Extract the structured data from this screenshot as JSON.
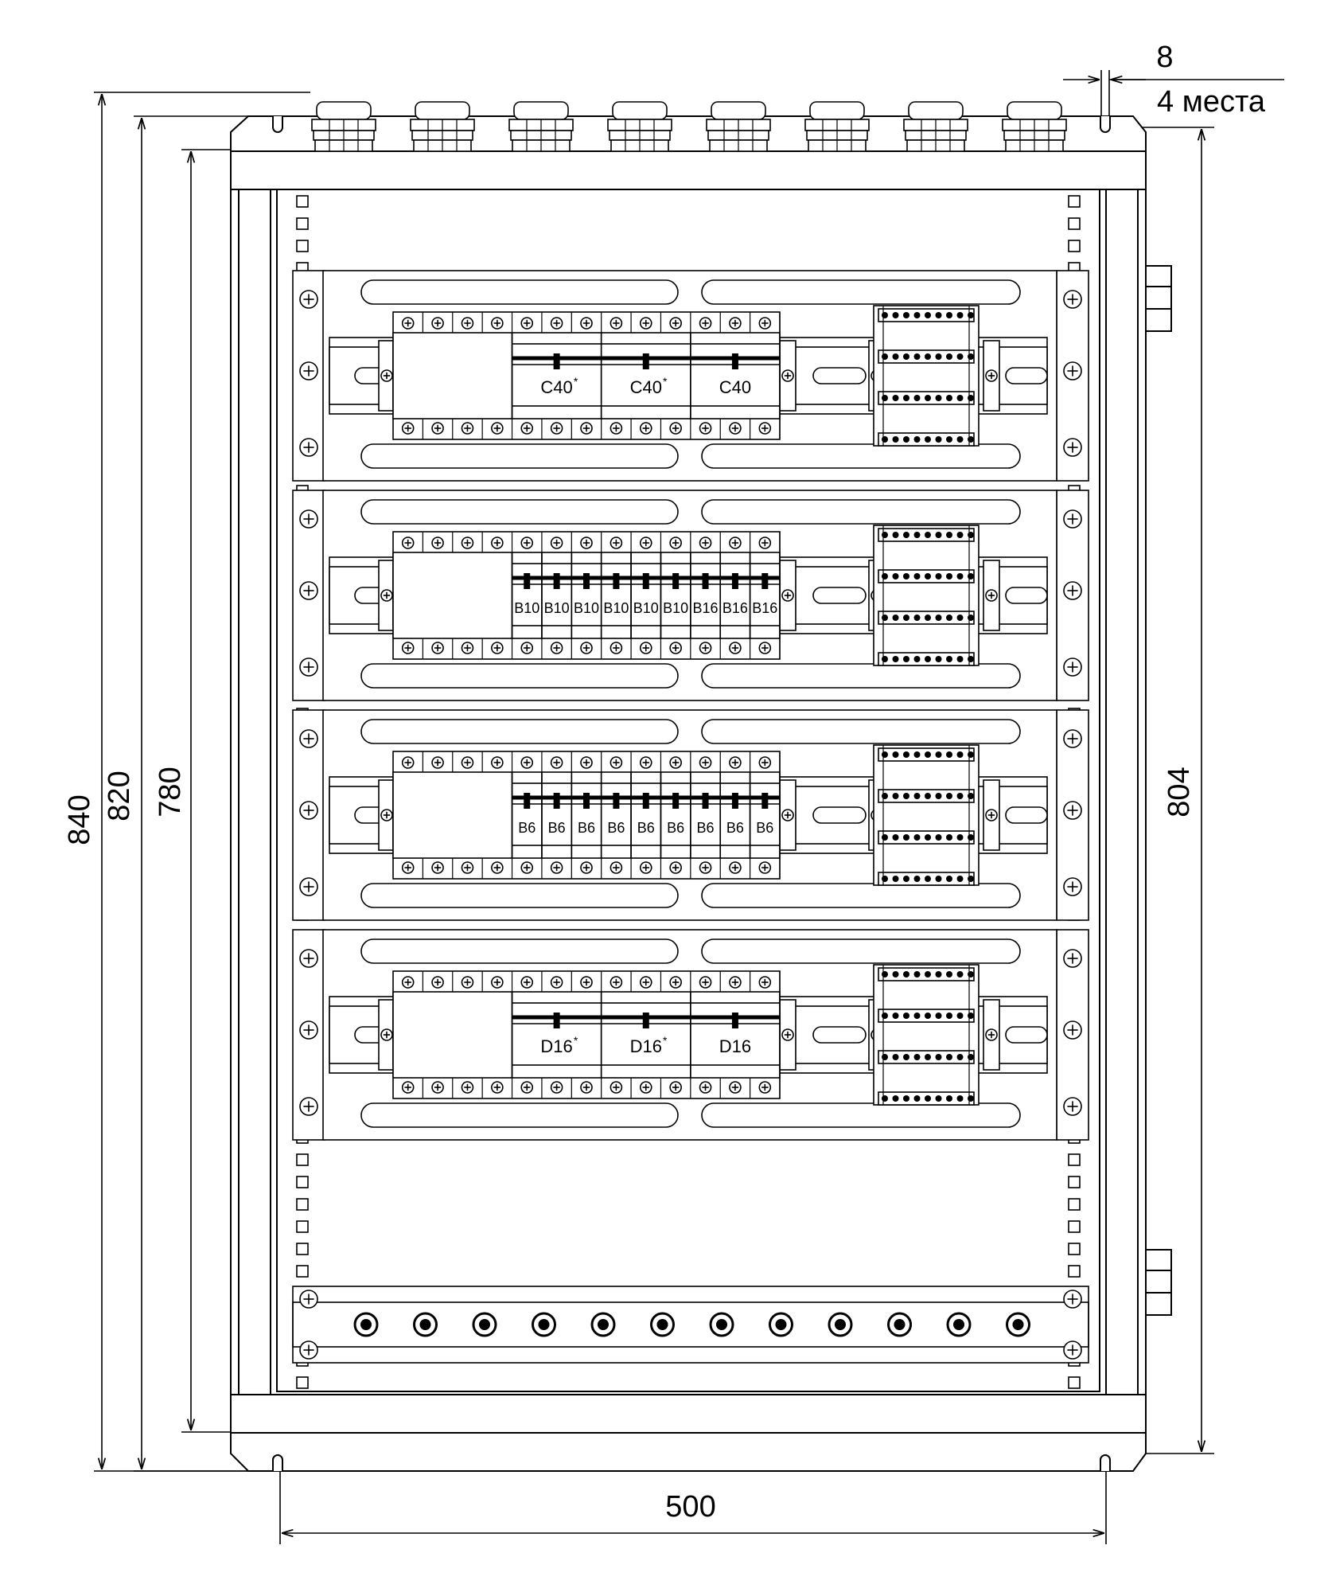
{
  "dimensions": {
    "height_overall": "840",
    "height_mount": "820",
    "height_inner": "780",
    "height_right": "804",
    "width": "500",
    "hole_size": "8",
    "hole_note": "4 места"
  },
  "rows": [
    {
      "breakers": [
        "C40",
        "C40",
        "C40"
      ],
      "asterisks": [
        true,
        true,
        false
      ]
    },
    {
      "breakers": [
        "B10",
        "B10",
        "B10",
        "B10",
        "B10",
        "B10",
        "B16",
        "B16",
        "B16"
      ]
    },
    {
      "breakers": [
        "B6",
        "B6",
        "B6",
        "B6",
        "B6",
        "B6",
        "B6",
        "B6",
        "B6"
      ]
    },
    {
      "breakers": [
        "D16",
        "D16",
        "D16"
      ],
      "asterisks": [
        true,
        true,
        false
      ]
    }
  ],
  "glands_count": 8,
  "bus_terminals_count": 12,
  "colors": {
    "line": "#000000",
    "background": "#ffffff"
  }
}
